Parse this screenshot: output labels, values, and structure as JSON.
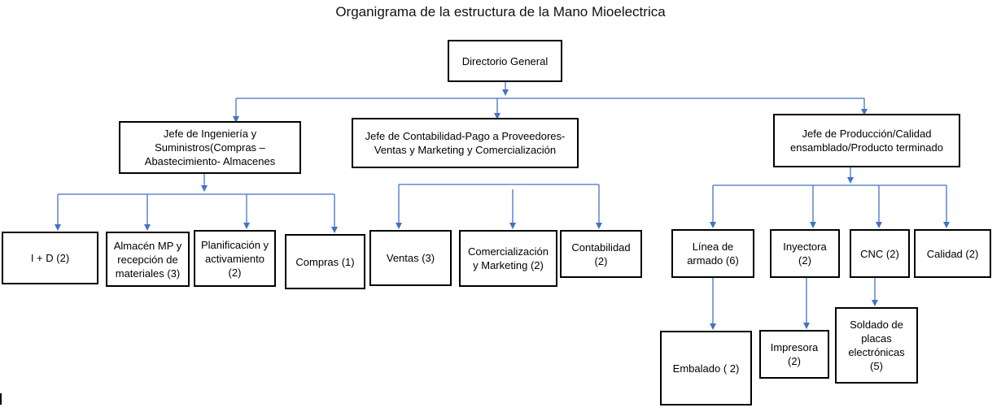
{
  "title": "Organigrama de la estructura de la Mano Mioelectrica",
  "colors": {
    "connector": "#4472C4",
    "box_border": "#000000"
  },
  "nodes": {
    "directorio": "Directorio General",
    "jefe_ingenieria": "Jefe de Ingeniería y\nSuministros(Compras –\nAbastecimiento- Almacenes",
    "jefe_contabilidad": "Jefe de Contabilidad-Pago a Proveedores-\nVentas y Marketing y Comercialización",
    "jefe_produccion": "Jefe de Producción/Calidad\nensamblado/Producto terminado",
    "id": "I  +  D (2)",
    "almacen": "Almacén MP y\nrecepción de\nmateriales (3)",
    "planificacion": "Planificación y\nactivamiento\n(2)",
    "compras": "Compras  (1)",
    "ventas": "Ventas (3)",
    "comercializacion": "Comercialización\ny Marketing (2)",
    "contabilidad": "Contabilidad\n(2)",
    "linea_armado": "Línea de\narmado (6)",
    "inyectora": "Inyectora\n(2)",
    "cnc": "CNC (2)",
    "calidad": "Calidad (2)",
    "embalado": "Embalado  ( 2)",
    "impresora": "Impresora\n(2)",
    "soldado": "Soldado de\nplacas\nelectrónicas\n(5)"
  }
}
